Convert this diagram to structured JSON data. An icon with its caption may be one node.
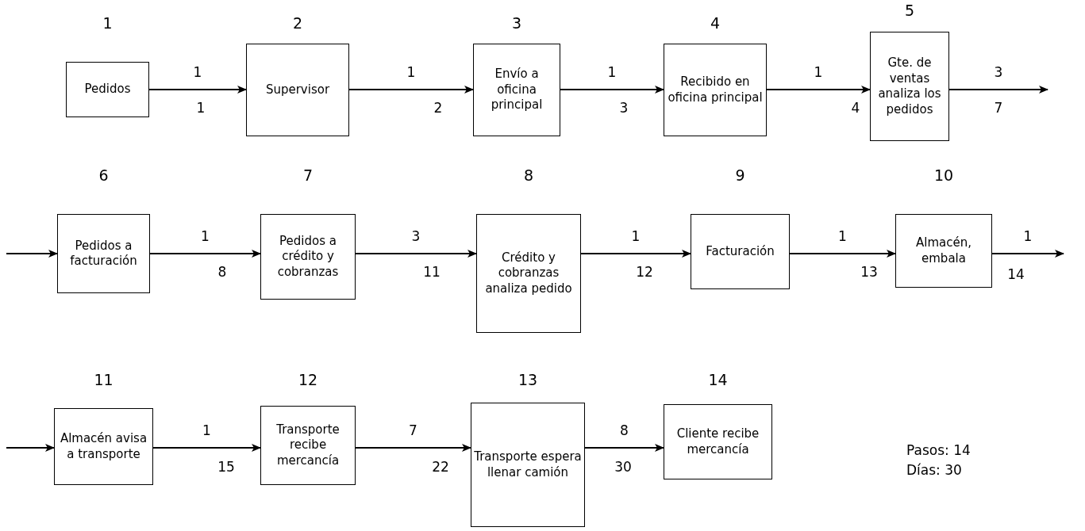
{
  "diagram": {
    "nodes": [
      {
        "text": [
          "Pedidos"
        ],
        "beside": [
          "1"
        ]
      },
      {
        "text": [
          "Supervisor"
        ],
        "beside": [
          "2"
        ]
      },
      {
        "text": [
          "Envío a oficina principal"
        ],
        "beside": [
          "3"
        ]
      },
      {
        "text": [
          "Recibido en oficina principal"
        ],
        "beside": [
          "4"
        ]
      },
      {
        "text": [
          "Gte. de ventas analiza los pedidos"
        ],
        "beside": [
          "5"
        ]
      },
      {
        "text": [
          "Pedidos a facturación"
        ],
        "beside": [
          "6"
        ]
      },
      {
        "text": [
          "Pedidos a crédito y cobranzas"
        ],
        "beside": [
          "7"
        ]
      },
      {
        "text": [
          "Crédito y cobranzas analiza pedido"
        ],
        "beside": [
          "8"
        ]
      },
      {
        "text": [
          "Facturación"
        ],
        "beside": [
          "9"
        ]
      },
      {
        "text": [
          "Almacén, embala"
        ],
        "beside": [
          "10"
        ]
      },
      {
        "text": [
          "Almacén avisa a transporte"
        ],
        "beside": [
          "11"
        ]
      },
      {
        "text": [
          "Transporte recibe mercancía"
        ],
        "beside": [
          "12"
        ]
      },
      {
        "text": [
          "Transporte espera llenar camión"
        ],
        "beside": [
          "13"
        ]
      },
      {
        "text": [
          "Cliente recibe mercancía"
        ],
        "beside": [
          "14"
        ]
      }
    ],
    "edges": [
      {
        "from": 0,
        "to": 1,
        "arrow": "to",
        "label": "1"
      },
      {
        "from": 1,
        "to": 2,
        "arrow": "to",
        "label": "1"
      },
      {
        "from": 2,
        "to": 3,
        "arrow": "to",
        "label": "1"
      },
      {
        "from": 3,
        "to": 4,
        "arrow": "to",
        "label": "1"
      },
      {
        "from": 4,
        "to": null,
        "arrow": "to",
        "label": "3"
      },
      {
        "from": null,
        "to": 5,
        "arrow": "to"
      },
      {
        "from": 5,
        "to": 6,
        "arrow": "to",
        "label": "1"
      },
      {
        "from": 6,
        "to": 7,
        "arrow": "to",
        "label": "3"
      },
      {
        "from": 7,
        "to": 8,
        "arrow": "to",
        "label": "1"
      },
      {
        "from": 8,
        "to": 9,
        "arrow": "to",
        "label": "1"
      },
      {
        "from": 9,
        "to": null,
        "arrow": "to",
        "label": "1"
      },
      {
        "from": null,
        "to": 10,
        "arrow": "to"
      },
      {
        "from": 10,
        "to": 11,
        "arrow": "to",
        "label": "1"
      },
      {
        "from": 11,
        "to": 12,
        "arrow": "to",
        "label": "7"
      },
      {
        "from": 12,
        "to": 13,
        "arrow": "to",
        "label": "8"
      }
    ],
    "labels": [
      "1",
      "2",
      "3",
      "4",
      "7",
      "8",
      "11",
      "12",
      "13",
      "14",
      "15",
      "22",
      "30",
      "Pasos: 14",
      "Días: 30"
    ]
  }
}
